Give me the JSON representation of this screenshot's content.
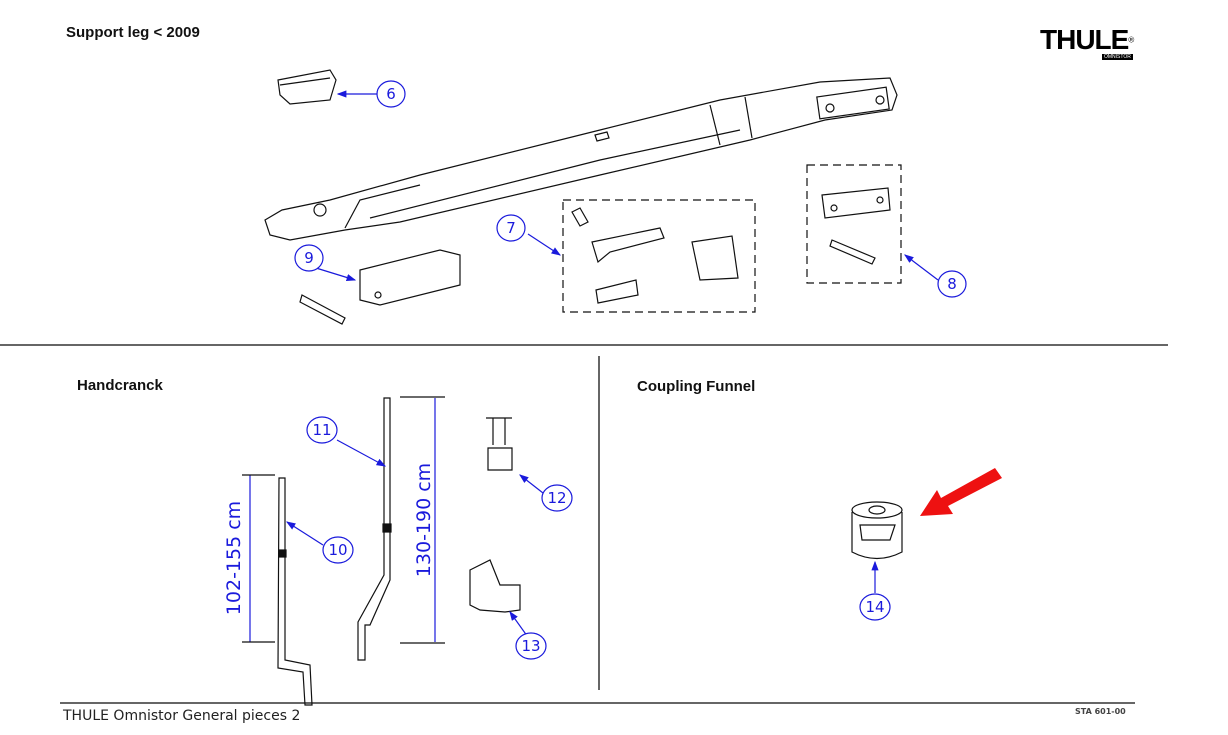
{
  "page": {
    "section_titles": {
      "support_leg": "Support leg < 2009",
      "handcrank": "Handcranck",
      "coupling_funnel": "Coupling Funnel"
    },
    "logo": {
      "brand": "THULE",
      "sub": "OMNISTOR",
      "mark": "®"
    },
    "callouts": [
      "6",
      "7",
      "8",
      "9",
      "10",
      "11",
      "12",
      "13",
      "14"
    ],
    "dimensions": {
      "crank_10": "102-155 cm",
      "crank_11": "130-190 cm"
    },
    "footer": {
      "text": "THULE Omnistor General pieces  2",
      "code": "STA 601-00"
    },
    "colors": {
      "callout": "#1a1adc",
      "highlight_arrow": "#ee1111",
      "line": "#000000"
    }
  }
}
